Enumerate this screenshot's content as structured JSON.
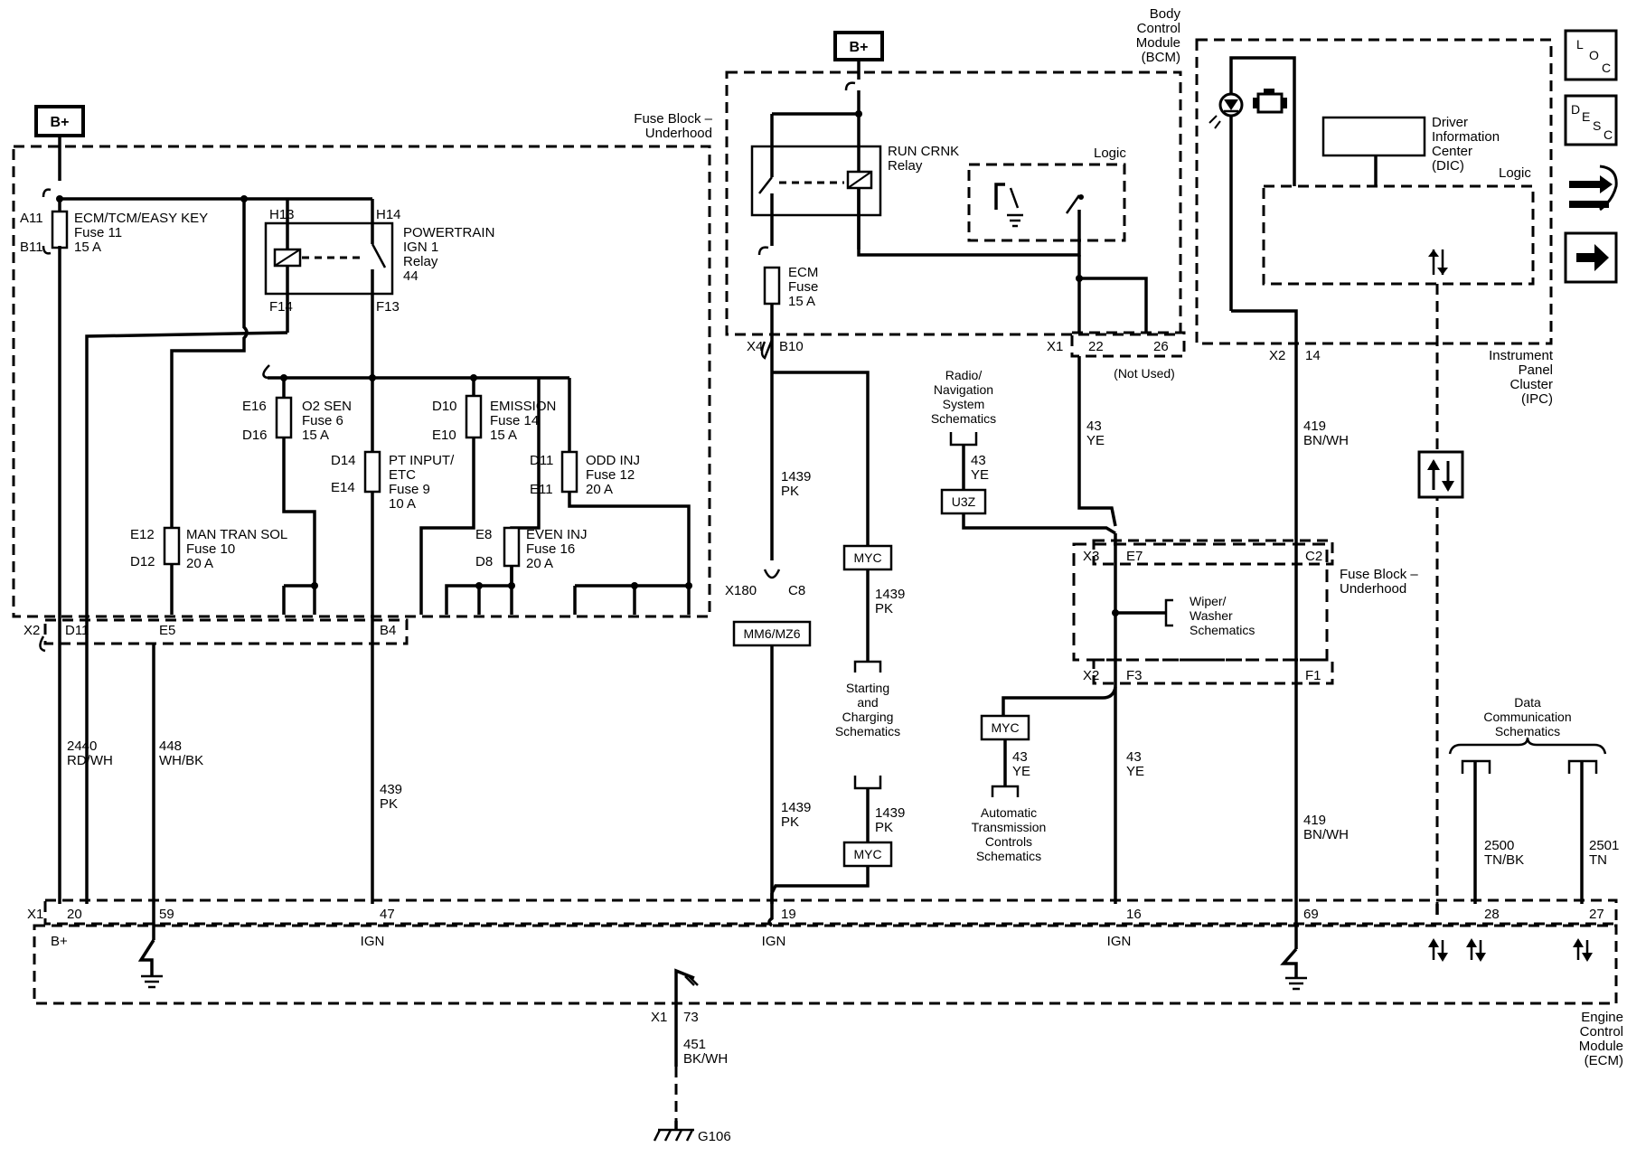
{
  "bplus": {
    "label": "B+"
  },
  "modules": {
    "fuse_block_left": {
      "line1": "Fuse Block –",
      "line2": "Underhood"
    },
    "fuse_block_right": {
      "line1": "Fuse Block –",
      "line2": "Underhood"
    },
    "bcm": {
      "line1": "Body",
      "line2": "Control",
      "line3": "Module",
      "line4": "(BCM)",
      "logic": "Logic"
    },
    "ipc": {
      "line1": "Instrument",
      "line2": "Panel",
      "line3": "Cluster",
      "line4": "(IPC)",
      "logic": "Logic"
    },
    "dic": {
      "line1": "Driver",
      "line2": "Information",
      "line3": "Center",
      "line4": "(DIC)"
    },
    "ecm": {
      "line1": "Engine",
      "line2": "Control",
      "line3": "Module",
      "line4": "(ECM)"
    }
  },
  "fuses": [
    {
      "id": "f11",
      "name": "ECM/TCM/EASY KEY",
      "fuse": "Fuse 11",
      "rating": "15 A",
      "top": "A11",
      "bottom": "B11"
    },
    {
      "id": "f6",
      "name": "O2 SEN",
      "fuse": "Fuse 6",
      "rating": "15 A",
      "top": "E16",
      "bottom": "D16"
    },
    {
      "id": "f14",
      "name": "EMISSION",
      "fuse": "Fuse 14",
      "rating": "15 A",
      "top": "D10",
      "bottom": "E10"
    },
    {
      "id": "f9",
      "name": "PT INPUT/",
      "name2": "ETC",
      "fuse": "Fuse 9",
      "rating": "10 A",
      "top": "D14",
      "bottom": "E14"
    },
    {
      "id": "f12",
      "name": "ODD INJ",
      "fuse": "Fuse 12",
      "rating": "20 A",
      "top": "D11",
      "bottom": "E11"
    },
    {
      "id": "f10",
      "name": "MAN TRAN SOL",
      "fuse": "Fuse 10",
      "rating": "20 A",
      "top": "E12",
      "bottom": "D12"
    },
    {
      "id": "f16",
      "name": "EVEN INJ",
      "fuse": "Fuse 16",
      "rating": "20 A",
      "top": "E8",
      "bottom": "D8"
    },
    {
      "id": "ecmfuse",
      "name": "ECM",
      "fuse": "Fuse",
      "rating": "15 A"
    }
  ],
  "relays": {
    "powertrain": {
      "line1": "POWERTRAIN",
      "line2": "IGN 1",
      "line3": "Relay",
      "line4": "44",
      "h13": "H13",
      "h14": "H14",
      "f14": "F14",
      "f13": "F13"
    },
    "runcrnk": {
      "line1": "RUN CRNK",
      "line2": "Relay"
    }
  },
  "connectors": {
    "x2": "X2",
    "x2_d11": "D11",
    "x2_e5": "E5",
    "x2_b4": "B4",
    "x4": "X4",
    "x4_b10": "B10",
    "bcm_x1": "X1",
    "bcm_22": "22",
    "bcm_26": "26",
    "not_used": "(Not Used)",
    "ipc_x2": "X2",
    "ipc_14": "14",
    "x180": "X180",
    "x180_c8": "C8",
    "fb_x3": "X3",
    "fb_e7": "E7",
    "fb_c2": "C2",
    "fb_x2": "X2",
    "fb_f3": "F3",
    "fb_f1": "F1",
    "ecm_x1": "X1",
    "ecm_pins": [
      "20",
      "59",
      "47",
      "19",
      "16",
      "69",
      "28",
      "27"
    ],
    "ecm_b_plus": "B+",
    "ecm_ign": "IGN",
    "ground_x1": "X1",
    "ground_pin": "73",
    "ground_name": "G106"
  },
  "wires": [
    {
      "id": "w2440",
      "circuit": "2440",
      "color": "RD/WH"
    },
    {
      "id": "w448",
      "circuit": "448",
      "color": "WH/BK"
    },
    {
      "id": "w439",
      "circuit": "439",
      "color": "PK"
    },
    {
      "id": "w1439a",
      "circuit": "1439",
      "color": "PK"
    },
    {
      "id": "w1439b",
      "circuit": "1439",
      "color": "PK"
    },
    {
      "id": "w1439c",
      "circuit": "1439",
      "color": "PK"
    },
    {
      "id": "w1439d",
      "circuit": "1439",
      "color": "PK"
    },
    {
      "id": "w43a",
      "circuit": "43",
      "color": "YE"
    },
    {
      "id": "w43b",
      "circuit": "43",
      "color": "YE"
    },
    {
      "id": "w43c",
      "circuit": "43",
      "color": "YE"
    },
    {
      "id": "w43d",
      "circuit": "43",
      "color": "YE"
    },
    {
      "id": "w419a",
      "circuit": "419",
      "color": "BN/WH"
    },
    {
      "id": "w419b",
      "circuit": "419",
      "color": "BN/WH"
    },
    {
      "id": "w2500",
      "circuit": "2500",
      "color": "TN/BK"
    },
    {
      "id": "w2501",
      "circuit": "2501",
      "color": "TN"
    },
    {
      "id": "w451",
      "circuit": "451",
      "color": "BK/WH"
    }
  ],
  "options": {
    "myc": "MYC",
    "u3z": "U3Z",
    "mm6": "MM6/MZ6"
  },
  "refs": {
    "radio": [
      "Radio/",
      "Navigation",
      "System",
      "Schematics"
    ],
    "starting": [
      "Starting",
      "and",
      "Charging",
      "Schematics"
    ],
    "auto_trans": [
      "Automatic",
      "Transmission",
      "Controls",
      "Schematics"
    ],
    "wiper": [
      "Wiper/",
      "Washer",
      "Schematics"
    ],
    "data_comm": [
      "Data",
      "Communication",
      "Schematics"
    ]
  },
  "nav": {
    "loc": {
      "a": "L",
      "b": "O",
      "c": "C"
    },
    "desc": {
      "a": "D",
      "b": "E",
      "c": "S",
      "d": "C"
    }
  }
}
